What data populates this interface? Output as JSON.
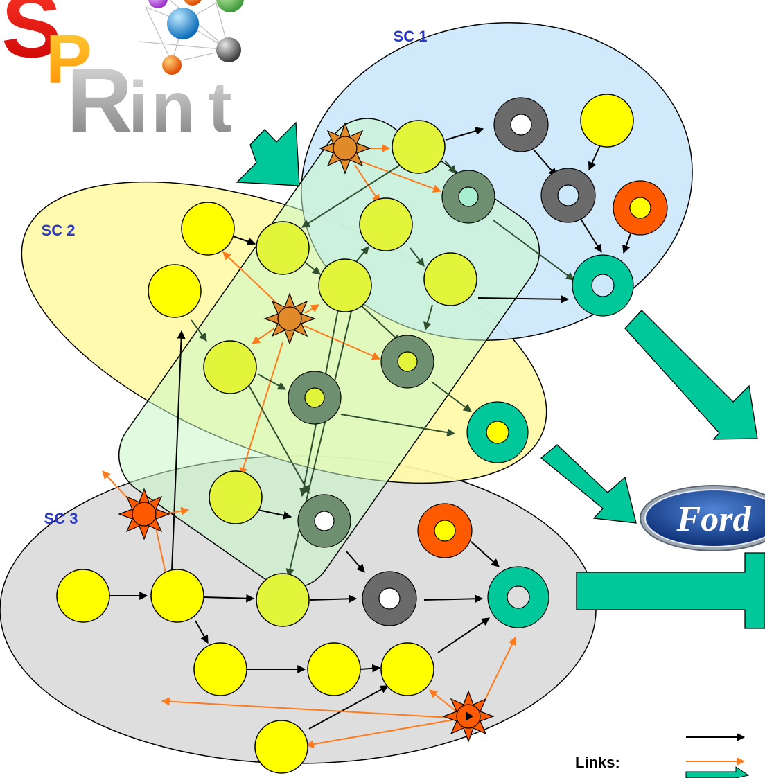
{
  "logo": {
    "brand": "SPRint",
    "letters": [
      "S",
      "P",
      "R",
      "i",
      "n",
      "t"
    ]
  },
  "clusters": [
    {
      "label": "SC 1",
      "color": "#cde8fb"
    },
    {
      "label": "SC 2",
      "color": "#fffaa6"
    },
    {
      "label": "SC 3",
      "color": "#dedede"
    },
    {
      "color": "#c8f7c8"
    }
  ],
  "oem": {
    "brand": "Ford",
    "logo_text": "Ford"
  },
  "legend": {
    "label": "Links:"
  },
  "colors": {
    "company_yellow": "#ffff00",
    "company_lime": "#e2f53a",
    "ring_gray": "#6a6a6a",
    "ring_dark_green": "#6e8f70",
    "ring_orange": "#ff5a00",
    "ring_teal": "#00c89a",
    "link_black": "#000000",
    "link_orange": "#ff7a1a",
    "link_dark_green": "#2f4f2f",
    "flow_teal": "#00c89a"
  }
}
